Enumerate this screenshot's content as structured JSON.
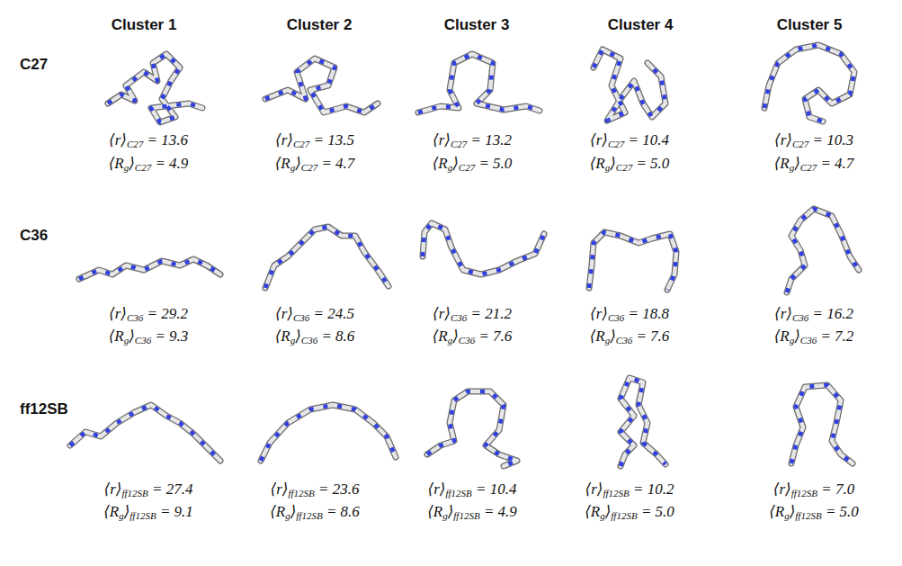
{
  "diagram": {
    "labels": [
      "Cluster 1",
      "Cluster 2",
      "Cluster 3",
      "Cluster 4",
      "Cluster 5",
      "C27",
      "⟨r⟩C27 = 13.6",
      "⟨Rg⟩C27 = 4.9",
      "⟨r⟩C27 = 13.5",
      "⟨Rg⟩C27 = 4.7",
      "⟨r⟩C27 = 13.2",
      "⟨Rg⟩C27 = 5.0",
      "⟨r⟩C27 = 10.4",
      "⟨Rg⟩C27 = 5.0",
      "⟨r⟩C27 = 10.3",
      "⟨Rg⟩C27 = 4.7",
      "C36",
      "⟨r⟩C36 = 29.2",
      "⟨Rg⟩C36 = 9.3",
      "⟨r⟩C36 = 24.5",
      "⟨Rg⟩C36 = 8.6",
      "⟨r⟩C36 = 21.2",
      "⟨Rg⟩C36 = 7.6",
      "⟨r⟩C36 = 18.8",
      "⟨Rg⟩C36 = 7.6",
      "⟨r⟩C36 = 16.2",
      "⟨Rg⟩C36 = 7.2",
      "ff12SB",
      "⟨r⟩ff12SB = 27.4",
      "⟨Rg⟩ff12SB = 9.1",
      "⟨r⟩ff12SB = 23.6",
      "⟨Rg⟩ff12SB = 8.6",
      "⟨r⟩ff12SB = 10.4",
      "⟨Rg⟩ff12SB = 4.9",
      "⟨r⟩ff12SB = 10.2",
      "⟨Rg⟩ff12SB = 5.0",
      "⟨r⟩ff12SB = 7.0",
      "⟨Rg⟩ff12SB = 5.0"
    ]
  }
}
